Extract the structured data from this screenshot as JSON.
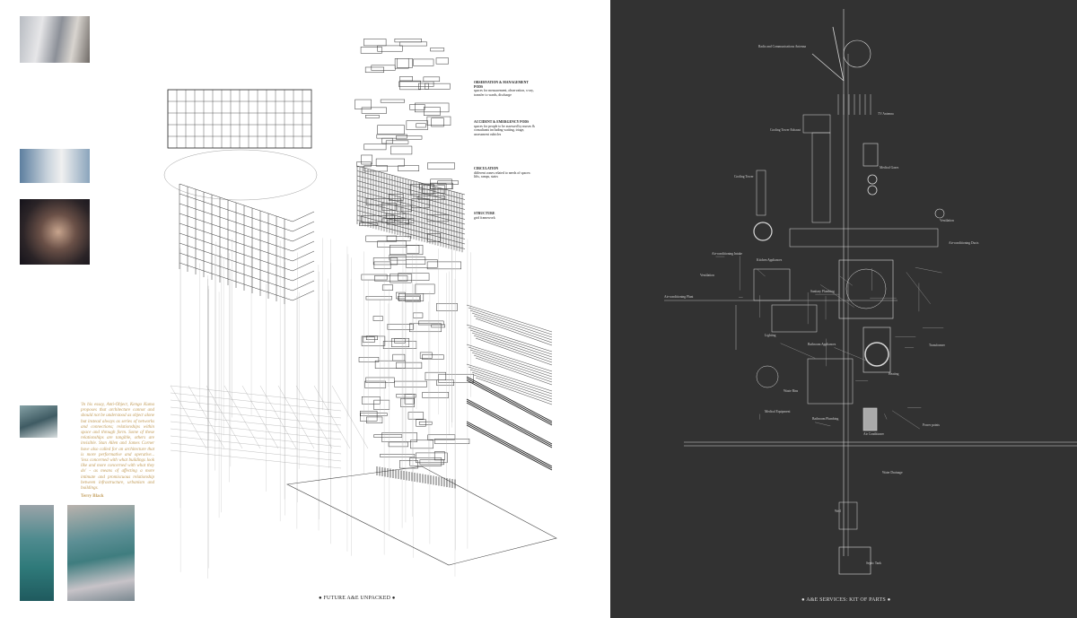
{
  "left_panel": {
    "quote": "'In his essay, Anti-Object, Kengo Kuma proposes that architecture cannot and should not be understood as object alone but instead always as series of networks and connections; relationships within space and through form. Some of these relationships are tangible, others are invisible. Stan Allen and James Corner have also called for an architecture that is more performative and operative... 'less concerned with what buildings look like and more concerned with what they do' - as means of affecting a more intimate and promiscuous relationship between infrastructure, urbanism and buildings.",
    "author": "Terry Black",
    "pods": [
      {
        "title": "OBSERVATION & MANAGEMENT PODS",
        "desc": "spaces for measurement, observation, x-ray, transfer to wards, discharge"
      },
      {
        "title": "ACCIDENT & EMERGENCY PODS",
        "desc": "spaces for people to be assessed by nurses & consultants including waiting, triage, assessment cubicles"
      },
      {
        "title": "CIRCULATION",
        "desc": "different zones related to needs of spaces: lifts, ramps, stairs"
      },
      {
        "title": "STRUCTURE",
        "desc": "grid framework"
      }
    ],
    "caption": "● FUTURE A&E UNPACKED ●"
  },
  "right_panel": {
    "labels": [
      "Radio and Communications Antenna",
      "TV Antenna",
      "Cooling Tower Exhaust",
      "Medical Gases",
      "Cooling Tower",
      "Ventilation",
      "Air-conditioning Ducts",
      "Air-conditioning Intake",
      "Kitchen Appliances",
      "Ventilation",
      "Sanitary Plumbing",
      "Air-conditioning Plant",
      "Lighting",
      "Bathroom Appliances",
      "Transformer",
      "Heating",
      "Waste Bins",
      "Medical Equipment",
      "Bathroom Plumbing",
      "Air Conditioner",
      "Power points",
      "Water Drainage",
      "Well",
      "Septic Tank"
    ],
    "caption": "● A&E SERVICES: KIT OF PARTS ●"
  }
}
